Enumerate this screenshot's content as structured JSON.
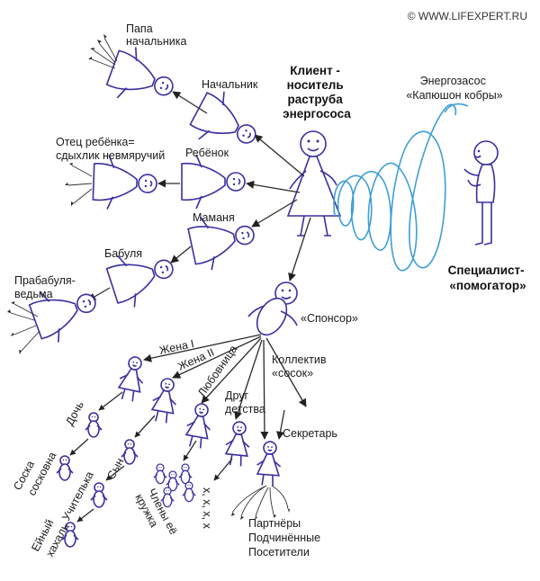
{
  "watermark": "© WWW.LIFEXPERT.RU",
  "client_label": [
    "Клиент -",
    "носитель",
    "раструба",
    "энергососа"
  ],
  "specialist_label": [
    "Специалист-",
    "«помогатор»"
  ],
  "energy_label": [
    "Энергозасос",
    "«Капюшон кобры»"
  ],
  "nodes": {
    "papa_boss": [
      "Папа",
      "начальника"
    ],
    "boss": "Начальник",
    "father_child": [
      "Отец ребёнка=",
      "сдыхлик невмяручий"
    ],
    "child": "Ребёнок",
    "mama": "Маманя",
    "babula": "Бабуля",
    "great_grandma": [
      "Прабабуля-",
      "ведьма"
    ],
    "sponsor": "«Спонсор»",
    "wife1": "Жена I",
    "wife2": "Жена II",
    "lover": "Любовница",
    "collective": [
      "Коллектив",
      "«сосок»"
    ],
    "friend": [
      "Друг",
      "детства"
    ],
    "secretary": "Секретарь",
    "daughter": "Дочь",
    "pacifier": [
      "Соска",
      "сосковна"
    ],
    "son": "Сын",
    "teacher": "Учителька",
    "her_man": [
      "Ейный",
      "хахаль"
    ],
    "members": [
      "Члены её",
      "кружка"
    ],
    "xxx": "х, х, х, х",
    "partners": [
      "Партнёры",
      "Подчинённые",
      "Посетители"
    ]
  }
}
